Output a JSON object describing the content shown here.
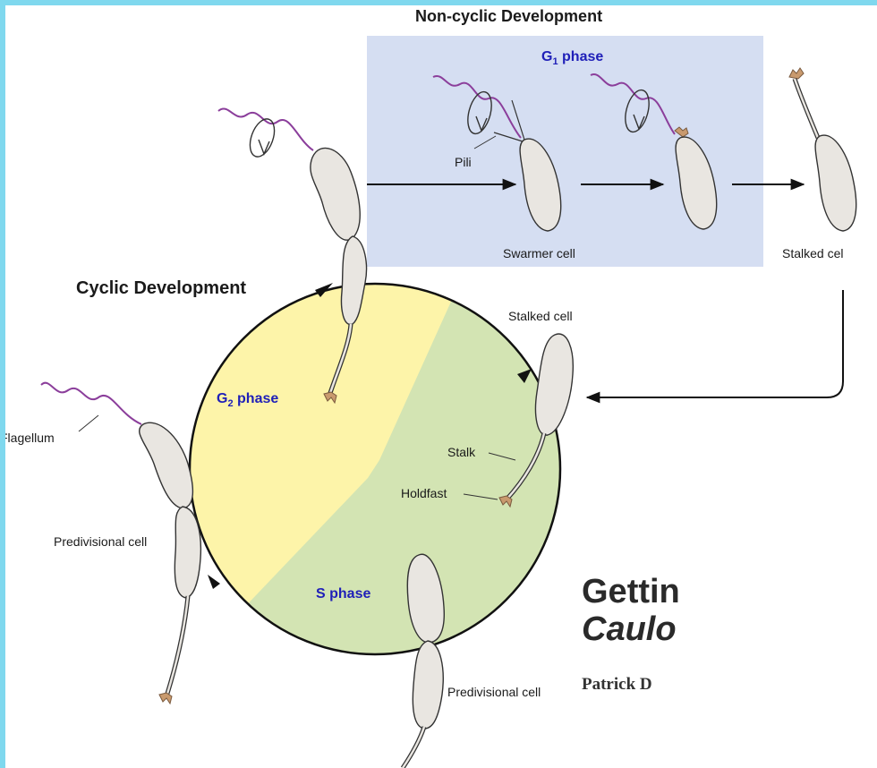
{
  "diagram": {
    "title_noncyclic": "Non-cyclic Development",
    "title_cyclic": "Cyclic Development",
    "phases": {
      "g1_main": "G",
      "g1_sub": "1",
      "g1_rest": " phase",
      "g2_main": "G",
      "g2_sub": "2",
      "g2_rest": " phase",
      "s": "S phase"
    },
    "labels": {
      "pili": "Pili",
      "swarmer_cell": "Swarmer cell",
      "stalked_cell_top": "Stalked cel",
      "stalked_cell_circle": "Stalked cell",
      "stalk": "Stalk",
      "holdfast": "Holdfast",
      "flagellum": "Flagellum",
      "predivisional_left": "Predivisional cell",
      "predivisional_bottom": "Predivisional cell"
    },
    "colors": {
      "g1_box": "#d5def2",
      "g2_yellow": "#fdf4a9",
      "s_green": "#d3e4b3",
      "cell": "#e9e6e1",
      "flagellum": "#8b3e9b",
      "holdfast": "#c99a6e",
      "phase_text": "#1f1fb8"
    }
  },
  "overlay": {
    "title_line1": "Gettin",
    "title_line2": "Caulo",
    "author": "Patrick D"
  }
}
